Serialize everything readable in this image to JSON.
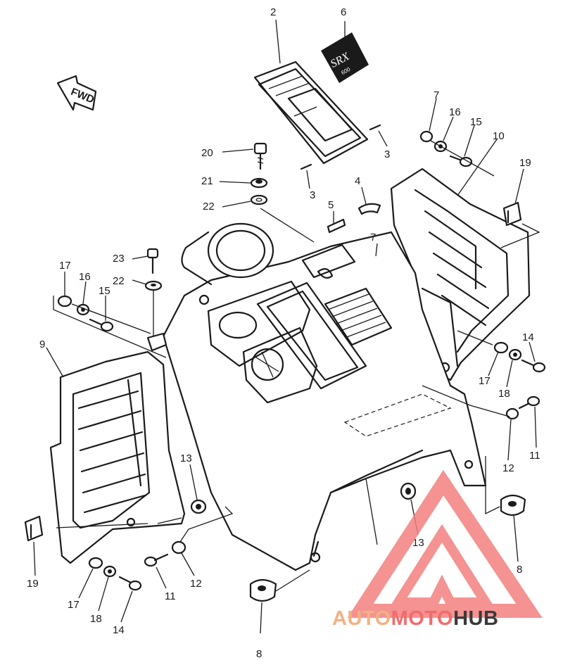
{
  "diagram": {
    "fwd_label": "FWD",
    "badge_text": "SRX",
    "badge_subtext": "600",
    "callouts": [
      {
        "id": "c2",
        "text": "2"
      },
      {
        "id": "c6",
        "text": "6"
      },
      {
        "id": "c3a",
        "text": "3"
      },
      {
        "id": "c3b",
        "text": "3"
      },
      {
        "id": "c7a",
        "text": "7"
      },
      {
        "id": "c16a",
        "text": "16"
      },
      {
        "id": "c15a",
        "text": "15"
      },
      {
        "id": "c10",
        "text": "10"
      },
      {
        "id": "c19a",
        "text": "19"
      },
      {
        "id": "c20",
        "text": "20"
      },
      {
        "id": "c21",
        "text": "21"
      },
      {
        "id": "c22a",
        "text": "22"
      },
      {
        "id": "c4",
        "text": "4"
      },
      {
        "id": "c5",
        "text": "5"
      },
      {
        "id": "c7b",
        "text": "7"
      },
      {
        "id": "c23",
        "text": "23"
      },
      {
        "id": "c22b",
        "text": "22"
      },
      {
        "id": "c17a",
        "text": "17"
      },
      {
        "id": "c16b",
        "text": "16"
      },
      {
        "id": "c15b",
        "text": "15"
      },
      {
        "id": "c9",
        "text": "9"
      },
      {
        "id": "c14a",
        "text": "14"
      },
      {
        "id": "c17b",
        "text": "17"
      },
      {
        "id": "c18a",
        "text": "18"
      },
      {
        "id": "c12a",
        "text": "12"
      },
      {
        "id": "c11a",
        "text": "11"
      },
      {
        "id": "c13a",
        "text": "13"
      },
      {
        "id": "c13b",
        "text": "13"
      },
      {
        "id": "c8a",
        "text": "8"
      },
      {
        "id": "c19b",
        "text": "19"
      },
      {
        "id": "c12b",
        "text": "12"
      },
      {
        "id": "c11b",
        "text": "11"
      },
      {
        "id": "c17c",
        "text": "17"
      },
      {
        "id": "c18b",
        "text": "18"
      },
      {
        "id": "c14b",
        "text": "14"
      },
      {
        "id": "c8b",
        "text": "8"
      }
    ]
  },
  "watermark": {
    "part1": "AUTO",
    "part2": "MOTO",
    "part3": "HUB",
    "color1": "#f4b183",
    "color2": "#f26b6b",
    "color3": "#3a3a3a",
    "logo_color": "#f47f7f"
  }
}
